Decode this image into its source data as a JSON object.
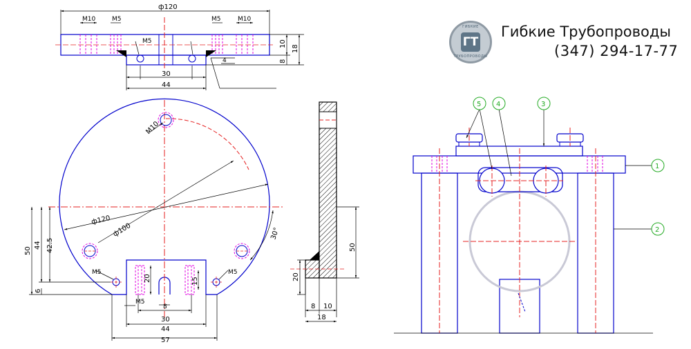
{
  "brand": {
    "name": "Гибкие Трубопроводы",
    "phone": "(347) 294-17-77",
    "logo_mark": "ГТ",
    "logo_ring_top": "ГИБКИЕ",
    "logo_ring_bottom": "ТРУБОПРОВОДЫ"
  },
  "colors": {
    "outline": "#0000cc",
    "centerline": "#e52020",
    "hidden": "#e000e0",
    "dimension": "#000000",
    "callout": "#22aa22"
  },
  "top_view": {
    "dims": [
      "ф120",
      "M10",
      "M5",
      "M5",
      "M10",
      "M5",
      "30",
      "44",
      "10",
      "18",
      "8",
      "4"
    ]
  },
  "front_view": {
    "dims": [
      "M10",
      "ф120",
      "ф100",
      "30°",
      "50",
      "44",
      "42.5",
      "6",
      "M5",
      "M5",
      "20",
      "15",
      "M5",
      "8",
      "30",
      "44",
      "57"
    ]
  },
  "side_view": {
    "dims": [
      "50",
      "20",
      "8",
      "10",
      "18"
    ]
  },
  "assembly": {
    "callouts": [
      "1",
      "2",
      "3",
      "4",
      "5"
    ]
  }
}
